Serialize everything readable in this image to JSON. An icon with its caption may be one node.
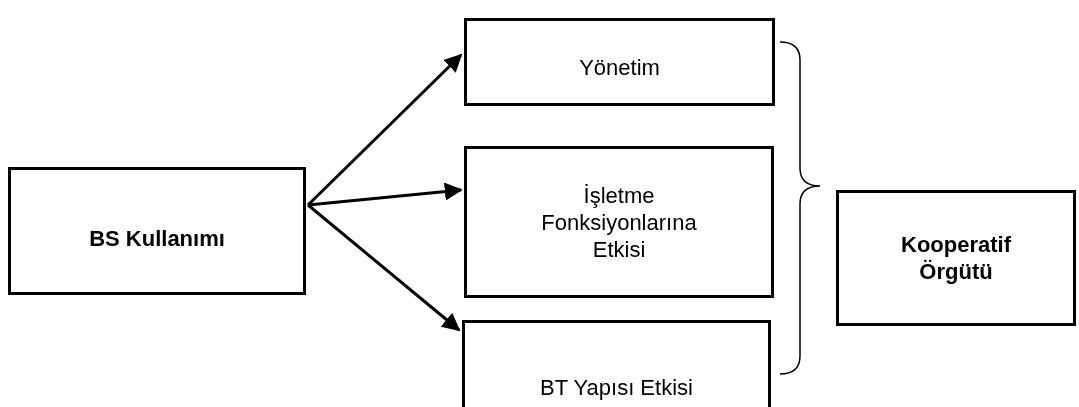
{
  "diagram": {
    "nodes": [
      {
        "text": [
          "BS Kullanımı"
        ]
      },
      {
        "text": [
          "Yönetim"
        ]
      },
      {
        "text": [
          "İşletme Fonksiyonlarına Etkisi"
        ]
      },
      {
        "text": [
          "BT Yapısı Etkisi"
        ]
      },
      {
        "text": [
          "Kooperatif Örgütü"
        ]
      }
    ],
    "edges": [
      {
        "from": 0,
        "to": 1,
        "arrow": "to"
      },
      {
        "from": 0,
        "to": 2,
        "arrow": "to"
      },
      {
        "from": 0,
        "to": 3,
        "arrow": "to"
      }
    ]
  }
}
